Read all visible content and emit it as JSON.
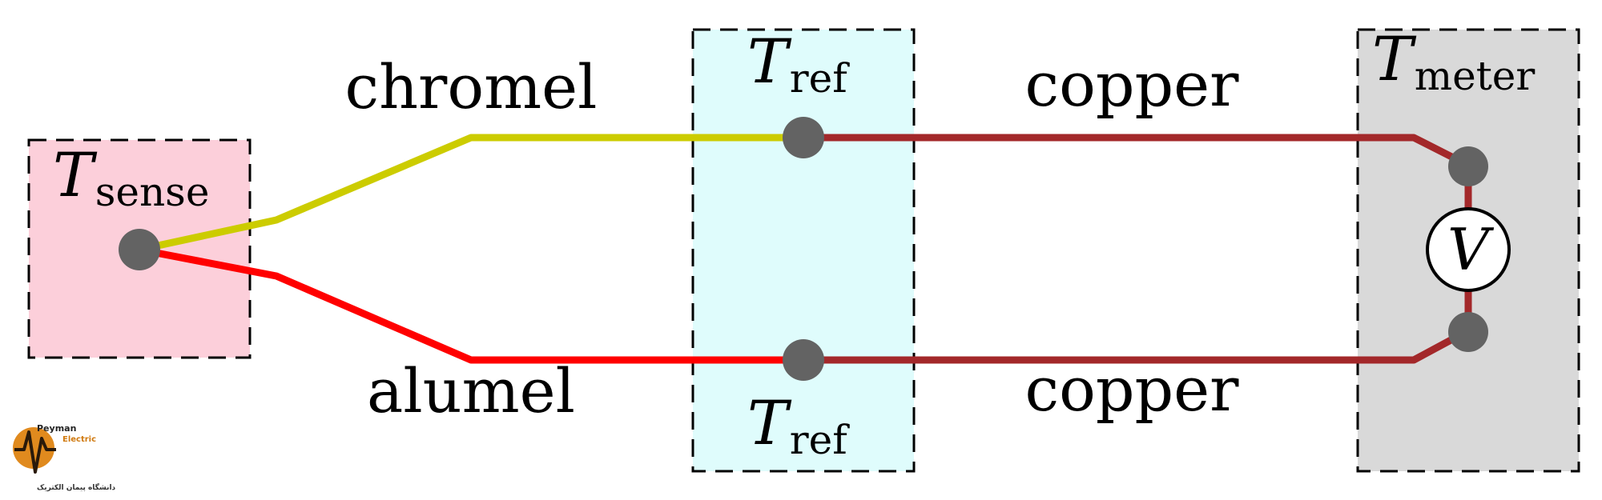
{
  "zones": {
    "sense": {
      "symbol": "T",
      "subscript": "sense",
      "fill": "#fccfda"
    },
    "ref_top": {
      "symbol": "T",
      "subscript": "ref",
      "fill": "#dffcfc"
    },
    "ref_bottom": {
      "symbol": "T",
      "subscript": "ref"
    },
    "meter": {
      "symbol": "T",
      "subscript": "meter",
      "fill": "#d9d9d9"
    }
  },
  "wires": {
    "chromel": {
      "label": "chromel",
      "color": "#cccc00"
    },
    "alumel": {
      "label": "alumel",
      "color": "#ff0000"
    },
    "copper_top": {
      "label": "copper",
      "color": "#a3282a"
    },
    "copper_bottom": {
      "label": "copper",
      "color": "#a3282a"
    }
  },
  "voltmeter": {
    "symbol": "V"
  },
  "junction_color": "#636363",
  "logo": {
    "line1": "Peyman",
    "line2": "Electric",
    "line3": "دانشگاه پیمان الکتریک"
  }
}
